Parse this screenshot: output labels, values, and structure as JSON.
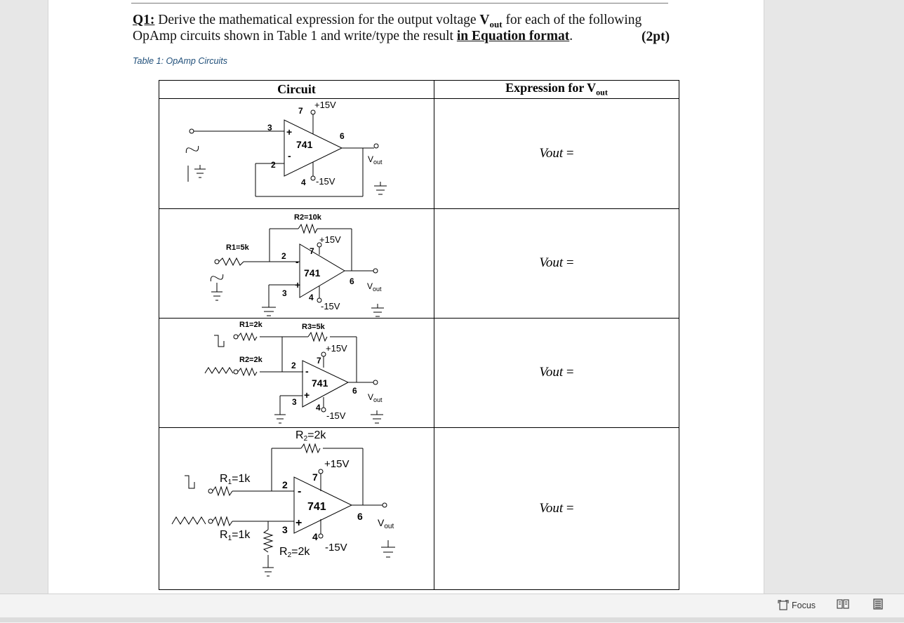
{
  "question": {
    "label": "Q1:",
    "line1_text": " Derive the mathematical expression for the output voltage ",
    "vout_main": "V",
    "vout_sub": "out",
    "line1_tail": " for each of the following",
    "line2_text": "OpAmp circuits shown in Table 1 and write/type the result ",
    "line2_emph": "in Equation format",
    "line2_end": ".",
    "points": "(2pt)"
  },
  "caption": "Table 1: OpAmp Circuits",
  "table": {
    "header_circuit": "Circuit",
    "header_expr_main": "Expression for V",
    "header_expr_sub": "out",
    "rows": [
      {
        "expr_var": "Vout",
        "expr_eq": " ="
      },
      {
        "expr_var": "Vout",
        "expr_eq": " ="
      },
      {
        "expr_var": "Vout",
        "expr_eq": " ="
      },
      {
        "expr_var": "Vout",
        "expr_eq": " ="
      }
    ]
  },
  "circuits": {
    "common": {
      "opamp": "741",
      "vplus": "+15V",
      "vminus": "-15V",
      "vout": "V",
      "vout_sub": "out",
      "pin2": "2",
      "pin3": "3",
      "pin4": "4",
      "pin6": "6",
      "pin7": "7"
    },
    "c2": {
      "r1": "R1=5k",
      "r2": "R2=10k"
    },
    "c3": {
      "r1": "R1=2k",
      "r2": "R2=2k",
      "r3": "R3=5k"
    },
    "c4": {
      "r_top": "R",
      "r_top_sub": "2",
      "r_top_val": "=2k",
      "r_in1": "R",
      "r_in1_sub": "1",
      "r_in1_val": "=1k",
      "r_in2": "R",
      "r_in2_sub": "1",
      "r_in2_val": "=1k",
      "r_gnd": "R",
      "r_gnd_sub": "2",
      "r_gnd_val": "=2k"
    }
  },
  "statusbar": {
    "focus_label": "Focus"
  },
  "colors": {
    "caption": "#1f4e79",
    "rule": "#7a7a7a"
  }
}
